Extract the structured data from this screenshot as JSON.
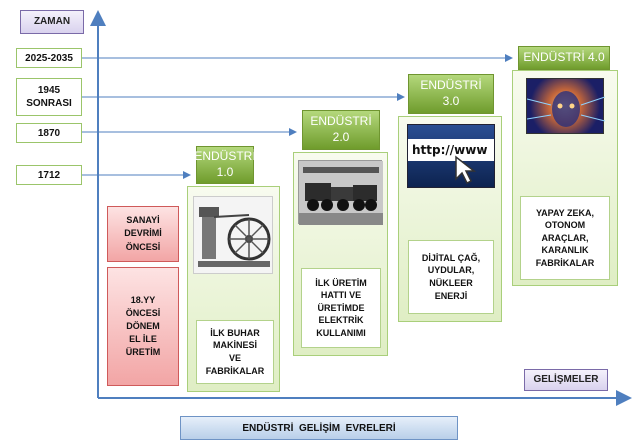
{
  "axis": {
    "y_label": "ZAMAN",
    "x_label": "GELİŞMELER"
  },
  "years": [
    {
      "label": "2025-2035"
    },
    {
      "label": "1945\nSONRASI"
    },
    {
      "label": "1870"
    },
    {
      "label": "1712"
    }
  ],
  "pre_industrial": {
    "header": "SANAYİ\nDEVRİMİ\nÖNCESİ",
    "text": "18.YY\nÖNCESİ\nDÖNEM\nEL İLE\nÜRETİM"
  },
  "phases": [
    {
      "title": "ENDÜSTRİ\n1.0",
      "image": "steam-engine-image",
      "text": "İLK BUHAR\nMAKİNESİ\nVE\nFABRİKALAR"
    },
    {
      "title": "ENDÜSTRİ\n2.0",
      "image": "assembly-line-image",
      "text": "İLK ÜRETİM\nHATTI VE\nÜRETİMDE\nELEKTRİK\nKULLANIMI"
    },
    {
      "title": "ENDÜSTRİ\n3.0",
      "image": "internet-image",
      "image_text": "http://www",
      "text": "DİJİTAL ÇAĞ,\nUYDULAR,\nNÜKLEER\nENERJİ"
    },
    {
      "title": "ENDÜSTRİ 4.0",
      "image": "ai-head-image",
      "text": "YAPAY ZEKA,\nOTONOM\nARAÇLAR,\nKARANLIK\nFABRİKALAR"
    }
  ],
  "footer": "ENDÜSTRİ  GELİŞİM  EVRELERİ",
  "colors": {
    "axis": "#4f7fbf",
    "phase_header": "#8cb94a",
    "pre_industrial": "#f2a5a5",
    "label_box": "#d9d2ee"
  }
}
